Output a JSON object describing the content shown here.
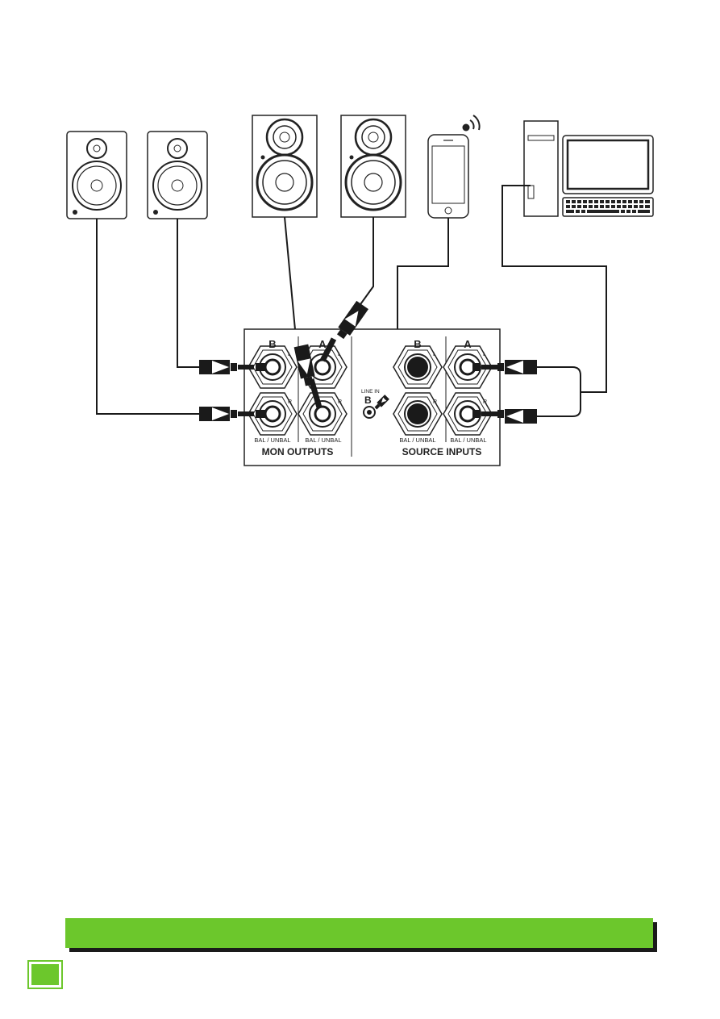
{
  "panel": {
    "mon_outputs": {
      "title": "MON OUTPUTS",
      "b_label": "B",
      "a_label": "A",
      "left_label": "L",
      "right_label": "R",
      "bal_label_b": "BAL / UNBAL",
      "bal_label_a": "BAL / UNBAL"
    },
    "source_inputs": {
      "title": "SOURCE INPUTS",
      "b_label": "B",
      "a_label": "A",
      "left_label": "L",
      "right_label": "R",
      "bal_label_b": "BAL / UNBAL",
      "bal_label_a": "BAL / UNBAL"
    },
    "line_in": {
      "label": "LINE IN",
      "letter": "B"
    }
  },
  "devices": [
    "small-monitor-left",
    "small-monitor-right",
    "studio-monitor-left",
    "studio-monitor-right",
    "smartphone",
    "desktop-computer"
  ],
  "colors": {
    "accent_green": "#6cc72c",
    "cable": "#1a1a1a",
    "line": "#333333"
  }
}
